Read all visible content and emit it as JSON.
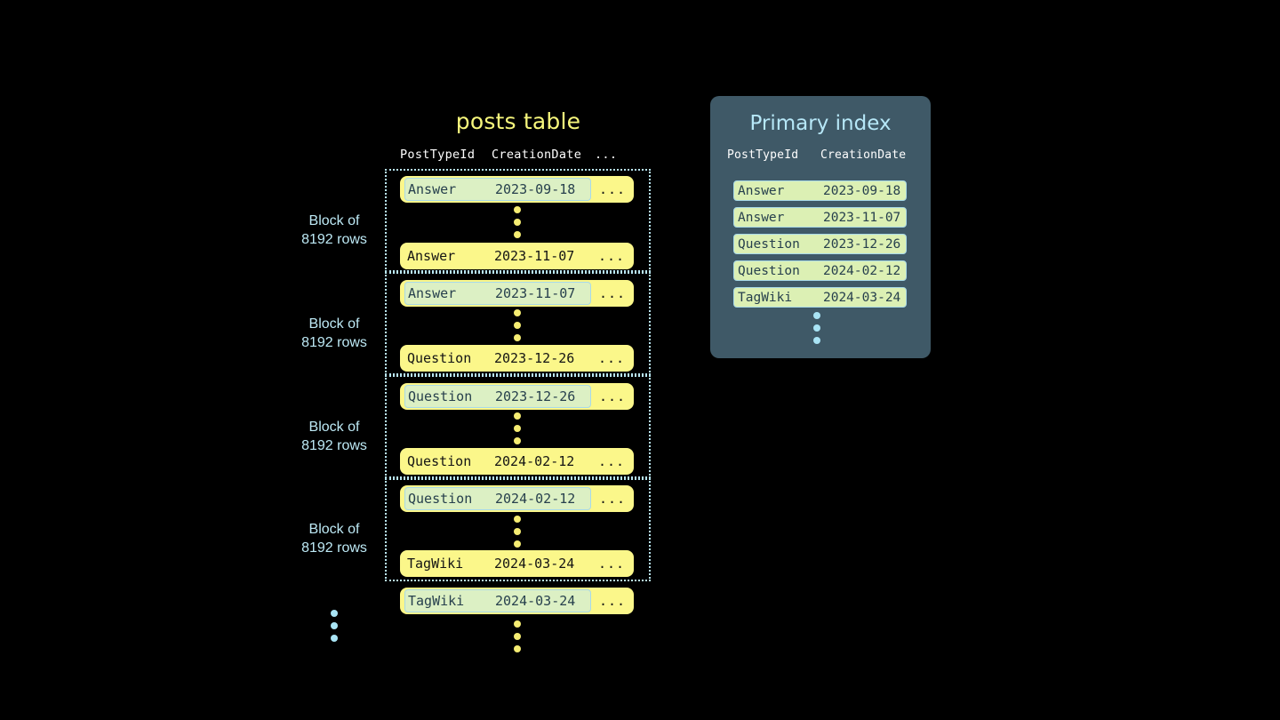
{
  "posts_table": {
    "title": "posts table",
    "columns": [
      "PostTypeId",
      "CreationDate",
      "..."
    ],
    "blocks": [
      {
        "label_line1": "Block of",
        "label_line2": "8192 rows",
        "first_row": {
          "post_type_id": "Answer",
          "creation_date": "2023-09-18",
          "more": "...",
          "highlighted": true
        },
        "last_row": {
          "post_type_id": "Answer",
          "creation_date": "2023-11-07",
          "more": "...",
          "highlighted": false
        }
      },
      {
        "label_line1": "Block of",
        "label_line2": "8192 rows",
        "first_row": {
          "post_type_id": "Answer",
          "creation_date": "2023-11-07",
          "more": "...",
          "highlighted": true
        },
        "last_row": {
          "post_type_id": "Question",
          "creation_date": "2023-12-26",
          "more": "...",
          "highlighted": false
        }
      },
      {
        "label_line1": "Block of",
        "label_line2": "8192 rows",
        "first_row": {
          "post_type_id": "Question",
          "creation_date": "2023-12-26",
          "more": "...",
          "highlighted": true
        },
        "last_row": {
          "post_type_id": "Question",
          "creation_date": "2024-02-12",
          "more": "...",
          "highlighted": false
        }
      },
      {
        "label_line1": "Block of",
        "label_line2": "8192 rows",
        "first_row": {
          "post_type_id": "Question",
          "creation_date": "2024-02-12",
          "more": "...",
          "highlighted": true
        },
        "last_row": {
          "post_type_id": "TagWiki",
          "creation_date": "2024-03-24",
          "more": "...",
          "highlighted": false
        }
      }
    ],
    "trailing_row": {
      "post_type_id": "TagWiki",
      "creation_date": "2024-03-24",
      "more": "...",
      "highlighted": true
    }
  },
  "primary_index": {
    "title": "Primary index",
    "columns": [
      "PostTypeId",
      "CreationDate"
    ],
    "rows": [
      {
        "post_type_id": "Answer",
        "creation_date": "2023-09-18"
      },
      {
        "post_type_id": "Answer",
        "creation_date": "2023-11-07"
      },
      {
        "post_type_id": "Question",
        "creation_date": "2023-12-26"
      },
      {
        "post_type_id": "Question",
        "creation_date": "2024-02-12"
      },
      {
        "post_type_id": "TagWiki",
        "creation_date": "2024-03-24"
      }
    ]
  },
  "colors": {
    "background": "#000000",
    "row_yellow": "#fbf78a",
    "highlight_green": "#dcf0c4",
    "highlight_border": "#a8d9e8",
    "title_yellow": "#f7f77c",
    "accent_blue": "#b6e7f7",
    "panel_slate": "#3f5967",
    "index_row_green": "#dcf0b4",
    "dot_yellow": "#f5ec72",
    "dot_blue": "#a9e4f5"
  }
}
